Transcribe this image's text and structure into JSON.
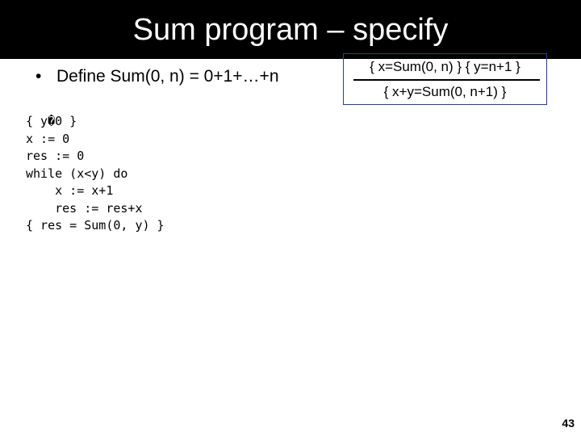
{
  "slide": {
    "title": "Sum program – specify",
    "bullet": "Define Sum(0, n) = 0+1+…+n",
    "rule": {
      "premise": "{ x=Sum(0, n) } { y=n+1 }",
      "conclusion": "{ x+y=Sum(0, n+1) }"
    },
    "code_lines": [
      "{ y�0 }",
      "x := 0",
      "res := 0",
      "while (x<y) do",
      "    x := x+1",
      "    res := res+x",
      "{ res = Sum(0, y) }"
    ],
    "page_number": "43",
    "colors": {
      "title_bar": "#000000",
      "title_text": "#ffffff",
      "rule_border": "#2e3f7f"
    }
  }
}
